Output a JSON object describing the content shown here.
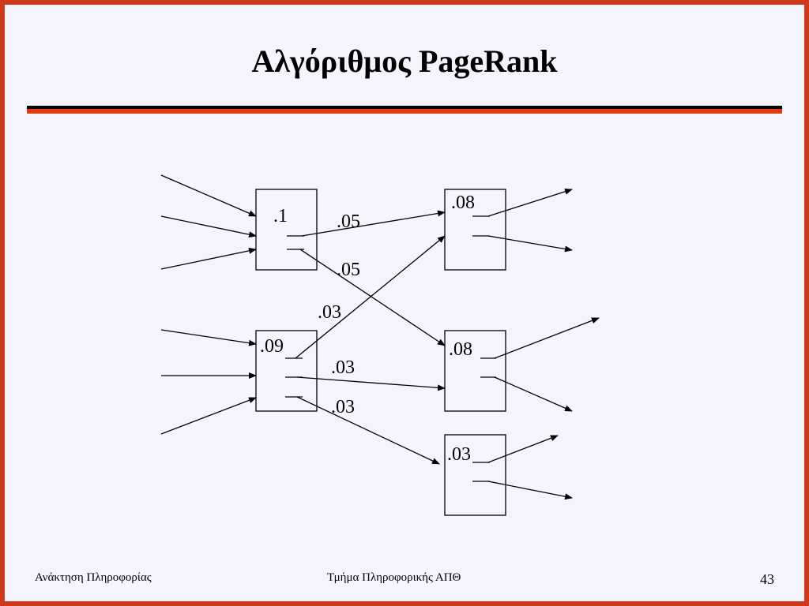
{
  "slide": {
    "title": "Αλγόριθμος PageRank",
    "footer_left": "Ανάκτηση Πληροφορίας",
    "footer_center": "Τμήμα Πληροφορικής ΑΠΘ",
    "page_number": "43"
  },
  "diagram": {
    "nodes": [
      {
        "id": "n1",
        "value": ".1"
      },
      {
        "id": "n2",
        "value": ".09"
      },
      {
        "id": "n3",
        "value": ".08"
      },
      {
        "id": "n4",
        "value": ".08"
      },
      {
        "id": "n5",
        "value": ".03"
      }
    ],
    "edges": [
      {
        "from": "n1",
        "to": "n3",
        "label": ".05"
      },
      {
        "from": "n1",
        "to": "n4",
        "label": ".05"
      },
      {
        "from": "n2",
        "to": "n3",
        "label": ".03"
      },
      {
        "from": "n2",
        "to": "n4",
        "label": ".03"
      },
      {
        "from": "n2",
        "to": "n5",
        "label": ".03"
      }
    ]
  },
  "colors": {
    "frame": "#cc3a1a",
    "background": "#f4f4fc",
    "accent_rule": "#e23c0e"
  }
}
